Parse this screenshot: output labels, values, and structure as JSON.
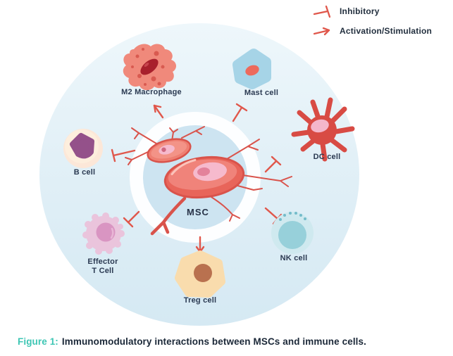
{
  "legend": {
    "items": [
      {
        "icon": "t-bar-inhibitory-icon",
        "label": "Inhibitory"
      },
      {
        "icon": "arrow-activation-icon",
        "label": "Activation/Stimulation"
      }
    ]
  },
  "diagram": {
    "center_label": "MSC",
    "cells": [
      {
        "id": "m2-macrophage",
        "label": "M2 Macrophage",
        "interaction": "activation"
      },
      {
        "id": "mast-cell",
        "label": "Mast cell",
        "interaction": "inhibitory"
      },
      {
        "id": "dc-cell",
        "label": "DC cell",
        "interaction": "inhibitory"
      },
      {
        "id": "nk-cell",
        "label": "NK cell",
        "interaction": "inhibitory"
      },
      {
        "id": "treg-cell",
        "label": "Treg cell",
        "interaction": "activation"
      },
      {
        "id": "effector-t-cell",
        "label": "Effector\nT Cell",
        "interaction": "inhibitory"
      },
      {
        "id": "b-cell",
        "label": "B cell",
        "interaction": "inhibitory"
      }
    ]
  },
  "caption": {
    "prefix": "Figure 1:",
    "text": "Immunomodulatory interactions between MSCs and immune cells."
  },
  "colors": {
    "arrow_red": "#e0574b",
    "caption_teal": "#3ec6b4",
    "label_navy": "#2b3a52",
    "outer_circle_top": "#eef7fb",
    "outer_circle_bottom": "#d5e9f3",
    "inner_circle_blue": "#cde4f1",
    "msc_body": "#e8655a",
    "macrophage_salmon": "#f0897b",
    "mast_blue": "#a6d4e7",
    "dc_red": "#d84b44",
    "nk_teal": "#97d0da",
    "treg_peach": "#f9dcad",
    "effector_pink": "#eac4dc",
    "bcell_cream": "#fce7d8",
    "bcell_nucleus_purple": "#94518a"
  }
}
